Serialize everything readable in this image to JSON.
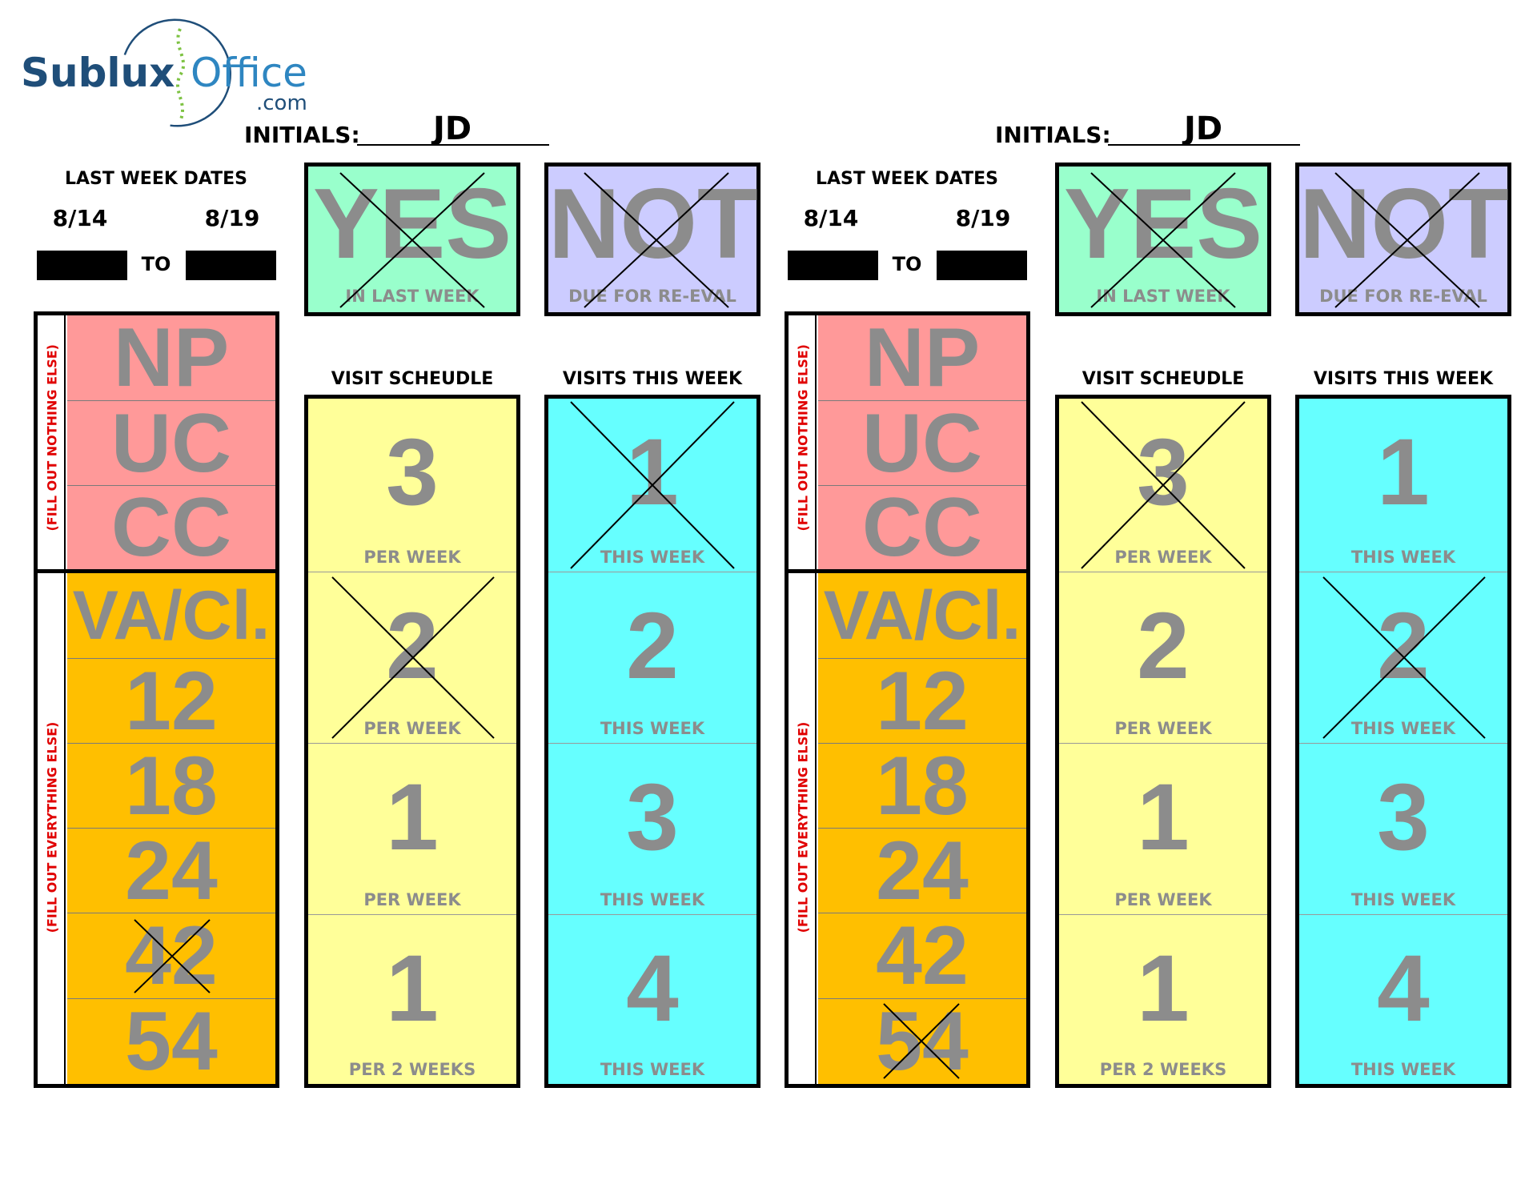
{
  "logo": {
    "part1": "Sublux",
    "part2": "Office",
    "part3": ".com"
  },
  "sheets": [
    {
      "initials_label": "INITIALS:",
      "initials_value": "JD",
      "last_week": {
        "title": "LAST WEEK DATES",
        "from": "8/14",
        "to_label": "TO",
        "to": "8/19"
      },
      "yes_box": {
        "big": "YES",
        "small": "IN LAST WEEK",
        "crossed": true
      },
      "not_box": {
        "big": "NOT",
        "small": "DUE FOR RE-EVAL",
        "crossed": true
      },
      "top_stack": {
        "side_label": "(FILL OUT NOTHING ELSE)",
        "items": [
          "NP",
          "UC",
          "CC"
        ]
      },
      "bottom_stack": {
        "side_label": "(FILL OUT EVERYTHING ELSE)",
        "items": [
          {
            "text": "VA/Cl.",
            "crossed": false
          },
          {
            "text": "12",
            "crossed": false
          },
          {
            "text": "18",
            "crossed": false
          },
          {
            "text": "24",
            "crossed": false
          },
          {
            "text": "42",
            "crossed": true
          },
          {
            "text": "54",
            "crossed": false
          }
        ]
      },
      "schedule": {
        "title": "VISIT SCHEUDLE",
        "cells": [
          {
            "num": "3",
            "label": "PER WEEK",
            "crossed": false
          },
          {
            "num": "2",
            "label": "PER WEEK",
            "crossed": true
          },
          {
            "num": "1",
            "label": "PER WEEK",
            "crossed": false
          },
          {
            "num": "1",
            "label": "PER 2 WEEKS",
            "crossed": false
          }
        ]
      },
      "visits": {
        "title": "VISITS THIS WEEK",
        "cells": [
          {
            "num": "1",
            "label": "THIS WEEK",
            "crossed": true
          },
          {
            "num": "2",
            "label": "THIS WEEK",
            "crossed": false
          },
          {
            "num": "3",
            "label": "THIS WEEK",
            "crossed": false
          },
          {
            "num": "4",
            "label": "THIS WEEK",
            "crossed": false
          }
        ]
      }
    },
    {
      "initials_label": "INITIALS:",
      "initials_value": "JD",
      "last_week": {
        "title": "LAST WEEK DATES",
        "from": "8/14",
        "to_label": "TO",
        "to": "8/19"
      },
      "yes_box": {
        "big": "YES",
        "small": "IN LAST WEEK",
        "crossed": true
      },
      "not_box": {
        "big": "NOT",
        "small": "DUE FOR RE-EVAL",
        "crossed": true
      },
      "top_stack": {
        "side_label": "(FILL OUT NOTHING ELSE)",
        "items": [
          "NP",
          "UC",
          "CC"
        ]
      },
      "bottom_stack": {
        "side_label": "(FILL OUT EVERYTHING ELSE)",
        "items": [
          {
            "text": "VA/Cl.",
            "crossed": false
          },
          {
            "text": "12",
            "crossed": false
          },
          {
            "text": "18",
            "crossed": false
          },
          {
            "text": "24",
            "crossed": false
          },
          {
            "text": "42",
            "crossed": false
          },
          {
            "text": "54",
            "crossed": true
          }
        ]
      },
      "schedule": {
        "title": "VISIT SCHEUDLE",
        "cells": [
          {
            "num": "3",
            "label": "PER WEEK",
            "crossed": true
          },
          {
            "num": "2",
            "label": "PER WEEK",
            "crossed": false
          },
          {
            "num": "1",
            "label": "PER WEEK",
            "crossed": false
          },
          {
            "num": "1",
            "label": "PER 2 WEEKS",
            "crossed": false
          }
        ]
      },
      "visits": {
        "title": "VISITS THIS WEEK",
        "cells": [
          {
            "num": "1",
            "label": "THIS WEEK",
            "crossed": false
          },
          {
            "num": "2",
            "label": "THIS WEEK",
            "crossed": true
          },
          {
            "num": "3",
            "label": "THIS WEEK",
            "crossed": false
          },
          {
            "num": "4",
            "label": "THIS WEEK",
            "crossed": false
          }
        ]
      }
    }
  ],
  "colors": {
    "yes_bg": "#99ffcc",
    "not_bg": "#ccccff",
    "top_stack_bg": "#ff9999",
    "bottom_stack_bg": "#ffbf00",
    "schedule_bg": "#ffff99",
    "visits_bg": "#66ffff",
    "gray_text": "#8c8c8c",
    "side_label": "#e00000",
    "logo_blue": "#1f4e79",
    "logo_light": "#2e86c1"
  }
}
